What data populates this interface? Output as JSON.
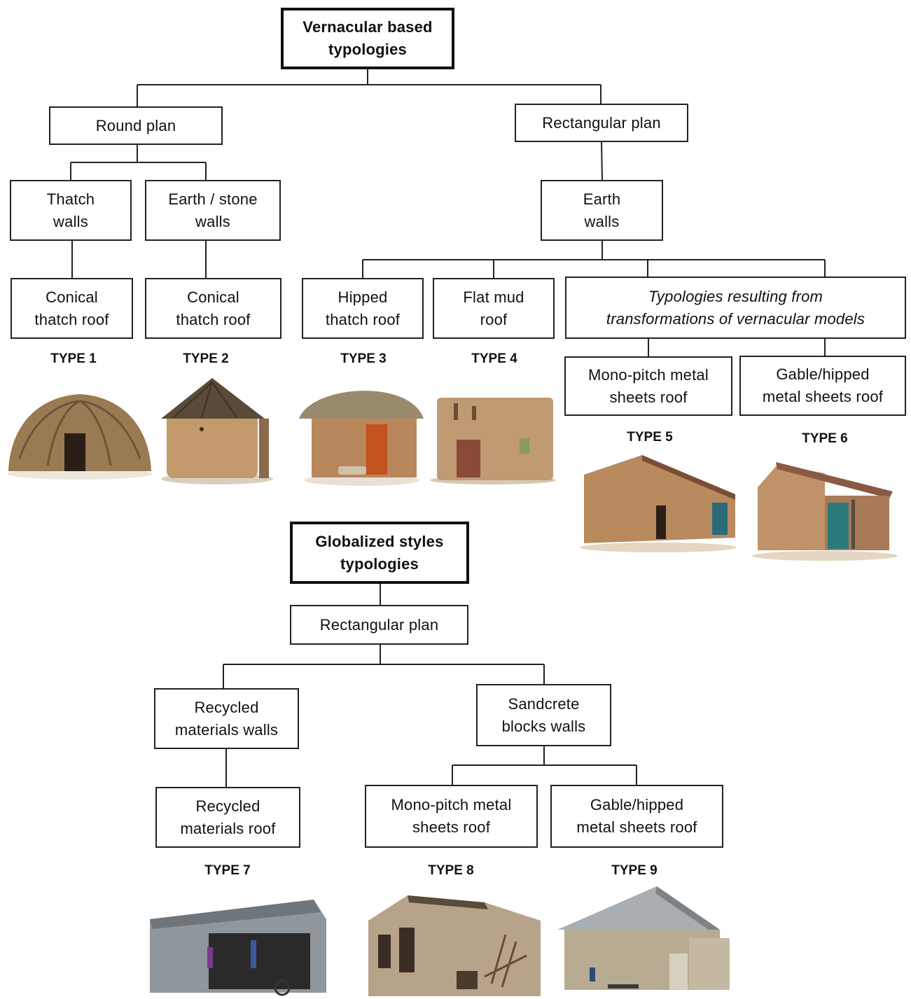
{
  "vernacular": {
    "root": "Vernacular based\ntypologies",
    "round_plan": "Round plan",
    "rect_plan": "Rectangular plan",
    "thatch_walls": "Thatch\nwalls",
    "earth_stone_walls": "Earth / stone\nwalls",
    "earth_walls": "Earth\nwalls",
    "conical_1": "Conical\nthatch roof",
    "conical_2": "Conical\nthatch roof",
    "hipped_thatch": "Hipped\nthatch roof",
    "flat_mud": "Flat mud\nroof",
    "transformations": "Typologies resulting from\ntransformations of vernacular models",
    "mono_pitch": "Mono-pitch metal\nsheets roof",
    "gable_hipped": "Gable/hipped\nmetal sheets roof"
  },
  "globalized": {
    "root": "Globalized styles\ntypologies",
    "rect_plan": "Rectangular plan",
    "recycled_walls": "Recycled\nmaterials walls",
    "sandcrete_walls": "Sandcrete\nblocks walls",
    "recycled_roof": "Recycled\nmaterials roof",
    "mono_pitch": "Mono-pitch metal\nsheets roof",
    "gable_hipped": "Gable/hipped\nmetal sheets roof"
  },
  "types": [
    "TYPE 1",
    "TYPE 2",
    "TYPE 3",
    "TYPE 4",
    "TYPE 5",
    "TYPE 6",
    "TYPE 7",
    "TYPE 8",
    "TYPE 9"
  ],
  "colors": {
    "line": "#222222",
    "earth": "#b98b62",
    "thatch": "#8a7555",
    "metal": "#8f969c"
  }
}
